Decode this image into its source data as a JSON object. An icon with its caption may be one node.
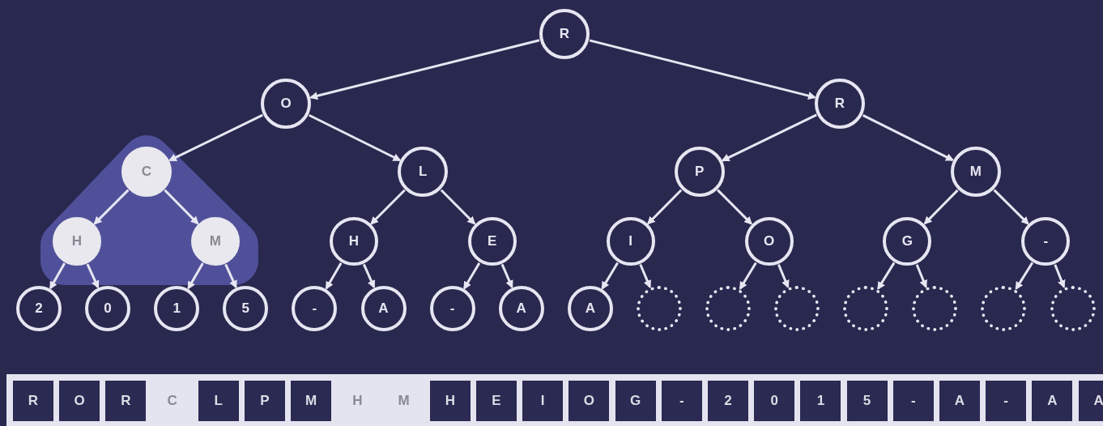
{
  "diagram": {
    "nodes": [
      {
        "text": [
          "R"
        ]
      },
      {
        "text": [
          "O"
        ]
      },
      {
        "text": [
          "R"
        ]
      },
      {
        "text": [
          "C"
        ]
      },
      {
        "text": [
          "L"
        ]
      },
      {
        "text": [
          "P"
        ]
      },
      {
        "text": [
          "M"
        ]
      },
      {
        "text": [
          "H"
        ]
      },
      {
        "text": [
          "M"
        ]
      },
      {
        "text": [
          "H"
        ]
      },
      {
        "text": [
          "E"
        ]
      },
      {
        "text": [
          "I"
        ]
      },
      {
        "text": [
          "O"
        ]
      },
      {
        "text": [
          "G"
        ]
      },
      {
        "text": [
          "-"
        ]
      },
      {
        "text": [
          "2"
        ]
      },
      {
        "text": [
          "0"
        ]
      },
      {
        "text": [
          "1"
        ]
      },
      {
        "text": [
          "5"
        ]
      },
      {
        "text": [
          "-"
        ]
      },
      {
        "text": [
          "A"
        ]
      },
      {
        "text": [
          "-"
        ]
      },
      {
        "text": [
          "A"
        ]
      },
      {
        "text": [
          "A"
        ]
      },
      {
        "text": [],
        "shape": "circle"
      },
      {
        "text": [],
        "shape": "circle"
      },
      {
        "text": [],
        "shape": "circle"
      },
      {
        "text": [],
        "shape": "circle"
      },
      {
        "text": [],
        "shape": "circle"
      },
      {
        "text": [],
        "shape": "circle"
      },
      {
        "text": [],
        "shape": "circle"
      },
      {
        "text": [],
        "shape": "bar"
      },
      {
        "text": [
          "R"
        ],
        "in": 31
      },
      {
        "text": [
          "O"
        ],
        "in": 31
      },
      {
        "text": [
          "R"
        ],
        "in": 31
      },
      {
        "text": [
          "C"
        ],
        "in": 31
      },
      {
        "text": [
          "L"
        ],
        "in": 31
      },
      {
        "text": [
          "P"
        ],
        "in": 31
      },
      {
        "text": [
          "M"
        ],
        "in": 31
      },
      {
        "text": [
          "H"
        ],
        "in": 31
      },
      {
        "text": [
          "M"
        ],
        "in": 31
      },
      {
        "text": [
          "H"
        ],
        "in": 31
      },
      {
        "text": [
          "E"
        ],
        "in": 31
      },
      {
        "text": [
          "I"
        ],
        "in": 31
      },
      {
        "text": [
          "O"
        ],
        "in": 31
      },
      {
        "text": [
          "G"
        ],
        "in": 31
      },
      {
        "text": [
          "-"
        ],
        "in": 31
      },
      {
        "text": [
          "2"
        ],
        "in": 31
      },
      {
        "text": [
          "0"
        ],
        "in": 31
      },
      {
        "text": [
          "1"
        ],
        "in": 31
      },
      {
        "text": [
          "5"
        ],
        "in": 31
      },
      {
        "text": [
          "-"
        ],
        "in": 31
      },
      {
        "text": [
          "A"
        ],
        "in": 31
      },
      {
        "text": [
          "-"
        ],
        "in": 31
      },
      {
        "text": [
          "A"
        ],
        "in": 31
      },
      {
        "text": [
          "A"
        ],
        "in": 31
      }
    ],
    "edges": [
      {
        "from": 0,
        "to": 1,
        "arrow": "to"
      },
      {
        "from": 0,
        "to": 2,
        "arrow": "to"
      },
      {
        "from": 1,
        "to": 3,
        "arrow": "to"
      },
      {
        "from": 1,
        "to": 4,
        "arrow": "to"
      },
      {
        "from": 2,
        "to": 5,
        "arrow": "to"
      },
      {
        "from": 2,
        "to": 6,
        "arrow": "to"
      },
      {
        "from": 3,
        "to": 7,
        "arrow": "to"
      },
      {
        "from": 3,
        "to": 8,
        "arrow": "to"
      },
      {
        "from": 4,
        "to": 9,
        "arrow": "to"
      },
      {
        "from": 4,
        "to": 10,
        "arrow": "to"
      },
      {
        "from": 5,
        "to": 11,
        "arrow": "to"
      },
      {
        "from": 5,
        "to": 12,
        "arrow": "to"
      },
      {
        "from": 6,
        "to": 13,
        "arrow": "to"
      },
      {
        "from": 6,
        "to": 14,
        "arrow": "to"
      },
      {
        "from": 7,
        "to": 15,
        "arrow": "to"
      },
      {
        "from": 7,
        "to": 16,
        "arrow": "to"
      },
      {
        "from": 8,
        "to": 17,
        "arrow": "to"
      },
      {
        "from": 8,
        "to": 18,
        "arrow": "to"
      },
      {
        "from": 9,
        "to": 19,
        "arrow": "to"
      },
      {
        "from": 9,
        "to": 20,
        "arrow": "to"
      },
      {
        "from": 10,
        "to": 21,
        "arrow": "to"
      },
      {
        "from": 10,
        "to": 22,
        "arrow": "to"
      },
      {
        "from": 11,
        "to": 23,
        "arrow": "to"
      },
      {
        "from": 11,
        "to": 24,
        "arrow": "to"
      },
      {
        "from": 12,
        "to": 25,
        "arrow": "to"
      },
      {
        "from": 12,
        "to": 26,
        "arrow": "to"
      },
      {
        "from": 13,
        "to": 27,
        "arrow": "to"
      },
      {
        "from": 13,
        "to": 28,
        "arrow": "to"
      },
      {
        "from": 14,
        "to": 29,
        "arrow": "to"
      },
      {
        "from": 14,
        "to": 30,
        "arrow": "to"
      }
    ]
  }
}
